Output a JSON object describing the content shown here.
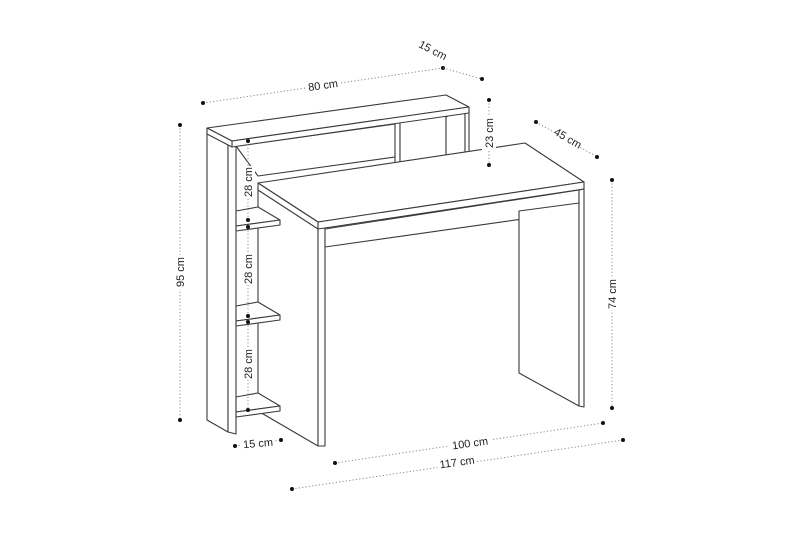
{
  "diagram": {
    "subject": "Desk with side shelving unit and top hutch shelf",
    "colors": {
      "line": "#3a3a3a",
      "dimension_line": "#8a8a8a",
      "dot": "#111111",
      "background": "#ffffff"
    },
    "dimensions": {
      "hutch_width": "80 cm",
      "hutch_depth": "15 cm",
      "hutch_height": "23 cm",
      "desk_depth": "45 cm",
      "total_height": "95 cm",
      "desk_height": "74 cm",
      "shelf_spacing_1": "28 cm",
      "shelf_spacing_2": "28 cm",
      "shelf_spacing_3": "28 cm",
      "side_unit_depth": "15 cm",
      "desk_width": "100 cm",
      "total_width": "117 cm"
    }
  }
}
